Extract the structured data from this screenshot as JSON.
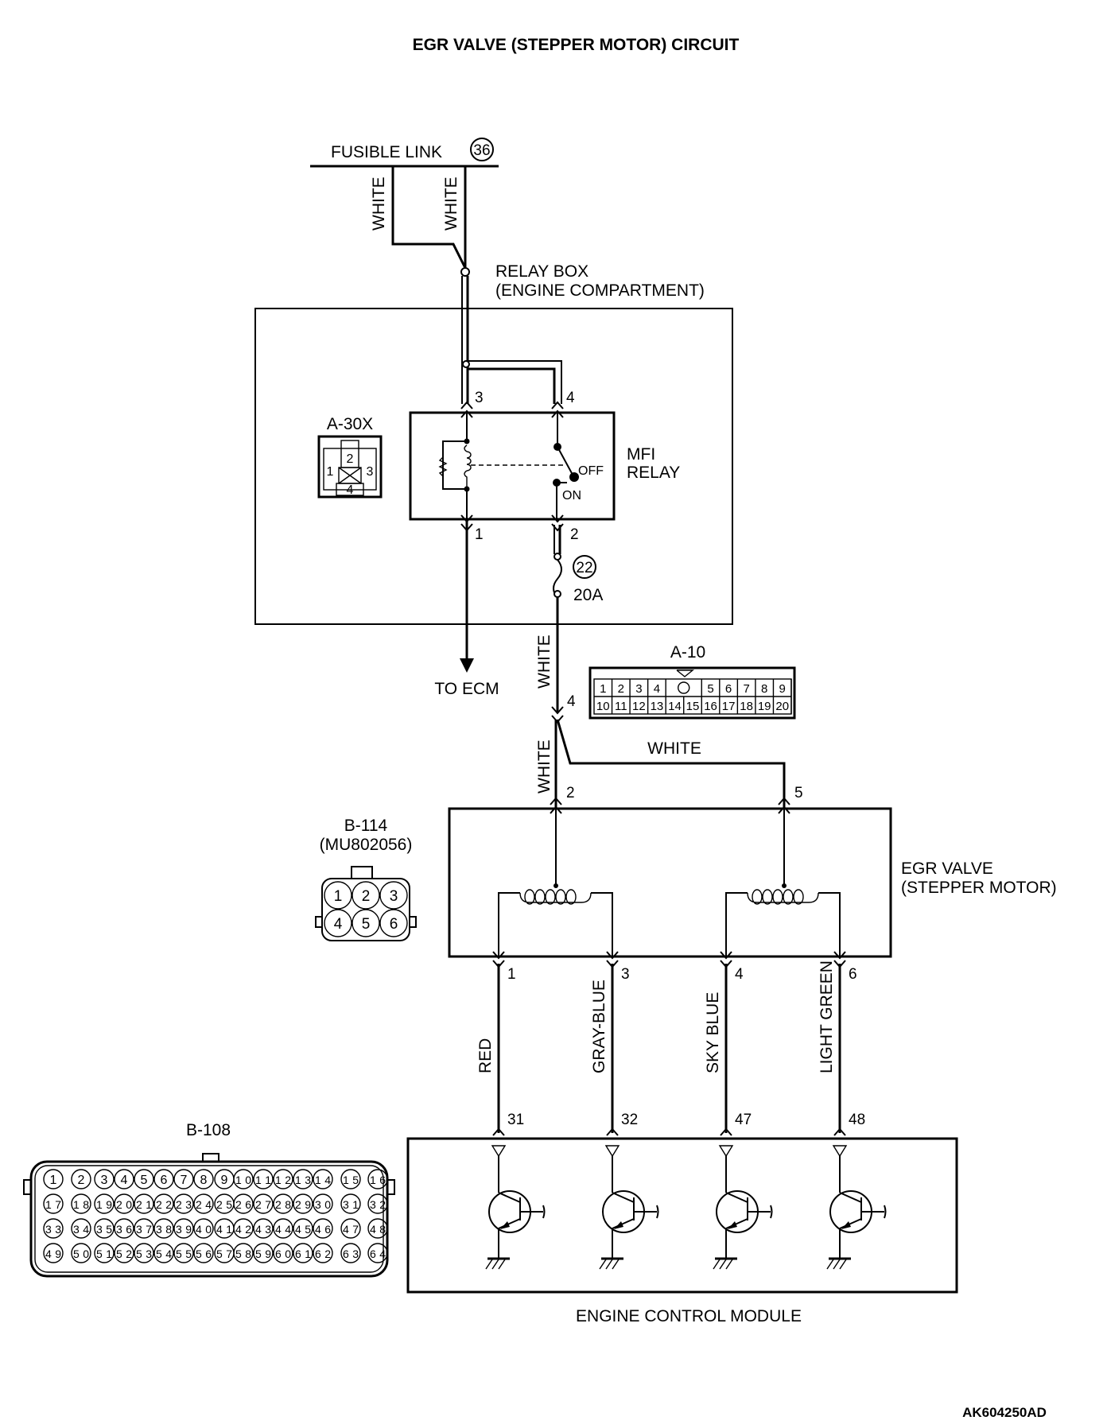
{
  "title": "EGR VALVE (STEPPER MOTOR) CIRCUIT",
  "figure_id": "AK604250AD",
  "fusible_link": {
    "label": "FUSIBLE LINK",
    "number": "36",
    "wire_colors": [
      "WHITE",
      "WHITE"
    ]
  },
  "relay_box": {
    "label_line1": "RELAY BOX",
    "label_line2": "(ENGINE COMPARTMENT)",
    "connector": {
      "id": "A-30X",
      "pins": [
        "1",
        "2",
        "3",
        "4"
      ]
    },
    "relay": {
      "label_line1": "MFI",
      "label_line2": "RELAY",
      "pins": {
        "top_left": "3",
        "top_right": "4",
        "bottom_left": "1",
        "bottom_right": "2"
      },
      "switch_off": "OFF",
      "switch_on": "ON"
    },
    "fuse": {
      "number": "22",
      "rating": "20A"
    }
  },
  "to_ecm": "TO ECM",
  "junction": {
    "wire_color_upper": "WHITE",
    "pin": "4",
    "wire_color_lower": "WHITE",
    "wire_color_branch": "WHITE"
  },
  "connector_a10": {
    "id": "A-10",
    "row1": [
      "1",
      "2",
      "3",
      "4",
      "",
      "5",
      "6",
      "7",
      "8",
      "9"
    ],
    "row2": [
      "10",
      "11",
      "12",
      "13",
      "14",
      "15",
      "16",
      "17",
      "18",
      "19",
      "20"
    ]
  },
  "connector_b114": {
    "id": "B-114",
    "part": "(MU802056)",
    "pins": [
      "1",
      "2",
      "3",
      "4",
      "5",
      "6"
    ]
  },
  "egr_valve": {
    "label_line1": "EGR VALVE",
    "label_line2": "(STEPPER MOTOR)",
    "input_pins": [
      "2",
      "5"
    ],
    "output_pins": [
      "1",
      "3",
      "4",
      "6"
    ]
  },
  "wires_to_ecm": [
    {
      "egr_pin": "1",
      "color": "RED",
      "ecm_pin": "31"
    },
    {
      "egr_pin": "3",
      "color": "GRAY-BLUE",
      "ecm_pin": "32"
    },
    {
      "egr_pin": "4",
      "color": "SKY BLUE",
      "ecm_pin": "47"
    },
    {
      "egr_pin": "6",
      "color": "LIGHT GREEN",
      "ecm_pin": "48"
    }
  ],
  "ecm": {
    "label": "ENGINE CONTROL MODULE"
  },
  "connector_b108": {
    "id": "B-108",
    "rows": [
      [
        "1",
        "2",
        "3",
        "4",
        "5",
        "6",
        "7",
        "8",
        "9",
        "10",
        "11",
        "12",
        "13",
        "14",
        "15",
        "16"
      ],
      [
        "17",
        "18",
        "19",
        "20",
        "21",
        "22",
        "23",
        "24",
        "25",
        "26",
        "27",
        "28",
        "29",
        "30",
        "31",
        "32"
      ],
      [
        "33",
        "34",
        "35",
        "36",
        "37",
        "38",
        "39",
        "40",
        "41",
        "42",
        "43",
        "44",
        "45",
        "46",
        "47",
        "48"
      ],
      [
        "49",
        "50",
        "51",
        "52",
        "53",
        "54",
        "55",
        "56",
        "57",
        "58",
        "59",
        "60",
        "61",
        "62",
        "63",
        "64"
      ]
    ]
  }
}
